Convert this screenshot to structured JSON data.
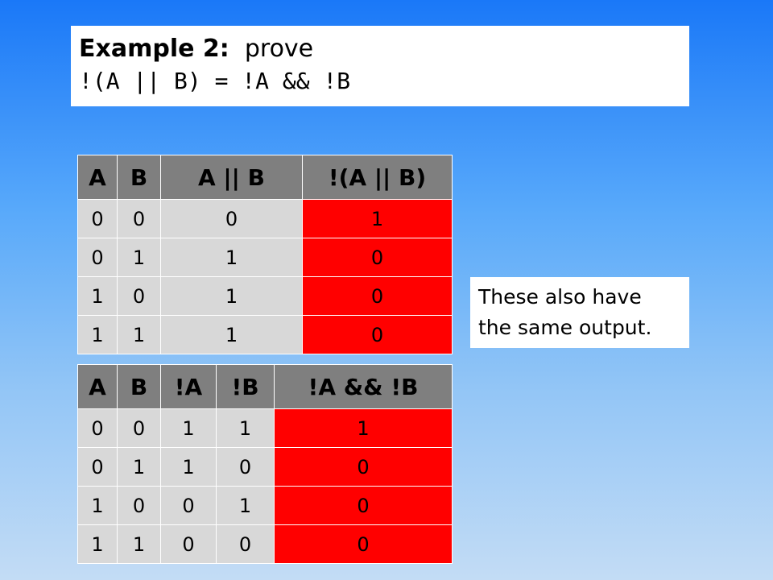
{
  "title": {
    "label": "Example 2:",
    "verb": "prove",
    "expression": "!(A || B) = !A && !B"
  },
  "table1": {
    "headers": [
      "A",
      "B",
      "A || B",
      "!(A || B)"
    ],
    "rows": [
      [
        "0",
        "0",
        "0",
        "1"
      ],
      [
        "0",
        "1",
        "1",
        "0"
      ],
      [
        "1",
        "0",
        "1",
        "0"
      ],
      [
        "1",
        "1",
        "1",
        "0"
      ]
    ]
  },
  "table2": {
    "headers": [
      "A",
      "B",
      "!A",
      "!B",
      "!A && !B"
    ],
    "rows": [
      [
        "0",
        "0",
        "1",
        "1",
        "1"
      ],
      [
        "0",
        "1",
        "1",
        "0",
        "0"
      ],
      [
        "1",
        "0",
        "0",
        "1",
        "0"
      ],
      [
        "1",
        "1",
        "0",
        "0",
        "0"
      ]
    ]
  },
  "note": {
    "line1": "These also have",
    "line2": "the same output."
  },
  "colors": {
    "header_bg": "#7f7f7f",
    "cell_bg": "#d8d8d8",
    "highlight_bg": "#ff0000"
  }
}
